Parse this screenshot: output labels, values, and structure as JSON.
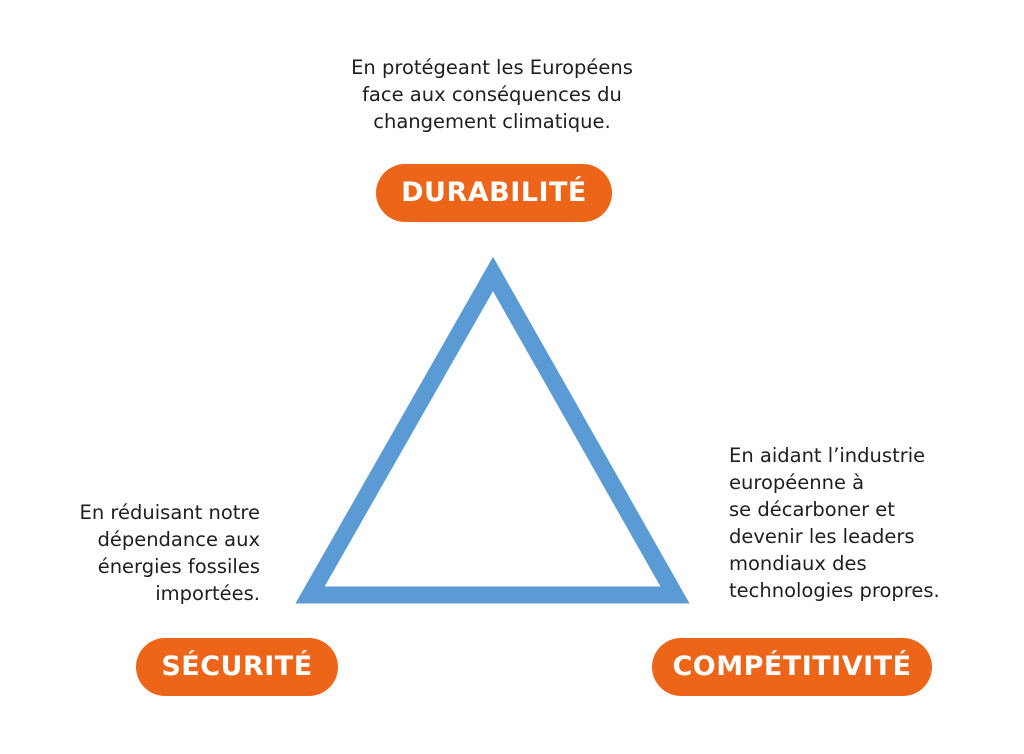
{
  "colors": {
    "accent": "#ec6519",
    "triangle": "#5b9bd5",
    "text": "#1e1e1e",
    "background": "#ffffff"
  },
  "nodes": {
    "top": {
      "label": "DURABILITÉ",
      "description": [
        "En protégeant les Européens",
        "face aux conséquences du",
        "changement climatique."
      ]
    },
    "left": {
      "label": "SÉCURITÉ",
      "description": [
        "En réduisant notre",
        "dépendance aux",
        "énergies fossiles",
        "importées."
      ]
    },
    "right": {
      "label": "COMPÉTITIVITÉ",
      "description": [
        "En aidant l’industrie",
        "européenne à",
        "se décarboner et",
        "devenir les leaders",
        "mondiaux des",
        "technologies propres."
      ]
    }
  }
}
